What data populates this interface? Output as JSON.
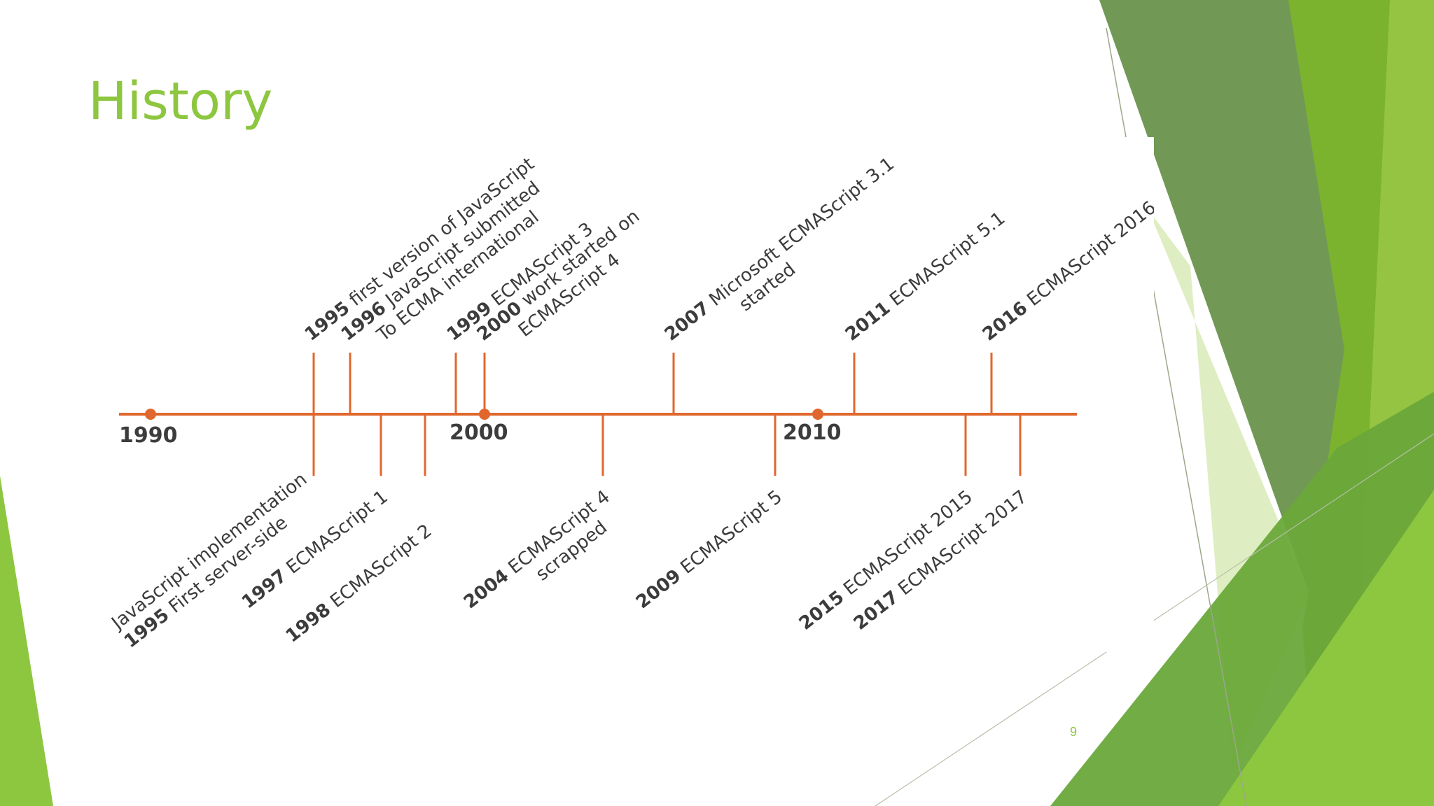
{
  "slide": {
    "title": "History",
    "page_number": "9"
  },
  "theme_colors": {
    "accent_green": "#8dc63f",
    "dark_green": "#4e7f2b",
    "timeline_orange": "#e0672d",
    "label_gray": "#3c3c3c"
  },
  "timeline": {
    "decade_markers": [
      "1990",
      "2000",
      "2010"
    ],
    "events_above": [
      {
        "year": "1995",
        "lines": [
          "first version of JavaScript"
        ]
      },
      {
        "year": "1996",
        "lines": [
          "JavaScript submitted",
          "To ECMA international"
        ]
      },
      {
        "year": "1999",
        "lines": [
          "ECMAScript 3"
        ]
      },
      {
        "year": "2000",
        "lines": [
          "work started on",
          "ECMAScript 4"
        ]
      },
      {
        "year": "2007",
        "lines": [
          "Microsoft ECMAScript 3.1",
          "started"
        ]
      },
      {
        "year": "2011",
        "lines": [
          "ECMAScript 5.1"
        ]
      },
      {
        "year": "2016",
        "lines": [
          "ECMAScript 2016"
        ]
      }
    ],
    "events_below": [
      {
        "year": "1995",
        "lines": [
          "First server-side",
          "JavaScript implementation"
        ]
      },
      {
        "year": "1997",
        "lines": [
          "ECMAScript 1"
        ]
      },
      {
        "year": "1998",
        "lines": [
          "ECMAScript 2"
        ]
      },
      {
        "year": "2004",
        "lines": [
          "ECMAScript 4",
          "scrapped"
        ]
      },
      {
        "year": "2009",
        "lines": [
          "ECMAScript 5"
        ]
      },
      {
        "year": "2015",
        "lines": [
          "ECMAScript 2015"
        ]
      },
      {
        "year": "2017",
        "lines": [
          "ECMAScript 2017"
        ]
      }
    ]
  }
}
